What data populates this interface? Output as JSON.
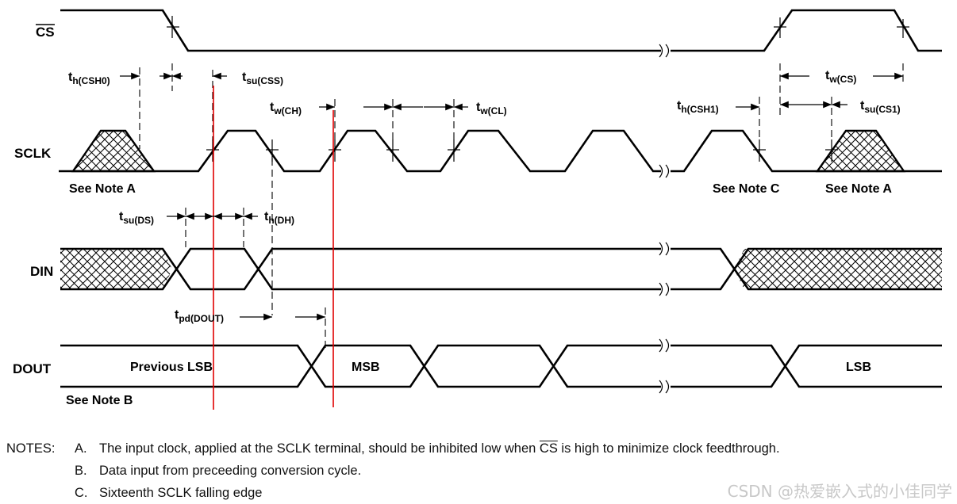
{
  "signals": {
    "cs": "CS",
    "sclk": "SCLK",
    "din": "DIN",
    "dout": "DOUT"
  },
  "timing": {
    "th_csh0": {
      "t": "t",
      "sub": "h(CSH0)"
    },
    "tsu_css": {
      "t": "t",
      "sub": "su(CSS)"
    },
    "tw_ch": {
      "t": "t",
      "sub": "w(CH)"
    },
    "tw_cl": {
      "t": "t",
      "sub": "w(CL)"
    },
    "th_csh1": {
      "t": "t",
      "sub": "h(CSH1)"
    },
    "tw_cs": {
      "t": "t",
      "sub": "w(CS)"
    },
    "tsu_cs1": {
      "t": "t",
      "sub": "su(CS1)"
    },
    "tsu_ds": {
      "t": "t",
      "sub": "su(DS)"
    },
    "th_dh": {
      "t": "t",
      "sub": "h(DH)"
    },
    "tpd_dout": {
      "t": "t",
      "sub": "pd(DOUT)"
    }
  },
  "note_refs": {
    "sclk_left": "See Note A",
    "sclk_mid": "See Note C",
    "sclk_right": "See Note A",
    "dout": "See Note B"
  },
  "dout_labels": {
    "previous": "Previous LSB",
    "msb": "MSB",
    "lsb": "LSB"
  },
  "notes": {
    "heading": "NOTES:",
    "items": [
      {
        "key": "A.",
        "before": "The input clock, applied at the SCLK terminal, should be inhibited low when ",
        "overline": "CS",
        "after": " is high to minimize clock feedthrough."
      },
      {
        "key": "B.",
        "before": "Data input from preceeding conversion cycle.",
        "overline": "",
        "after": ""
      },
      {
        "key": "C.",
        "before": "Sixteenth SCLK falling edge",
        "overline": "",
        "after": ""
      }
    ]
  },
  "watermark": "CSDN @热爱嵌入式的小佳同学"
}
